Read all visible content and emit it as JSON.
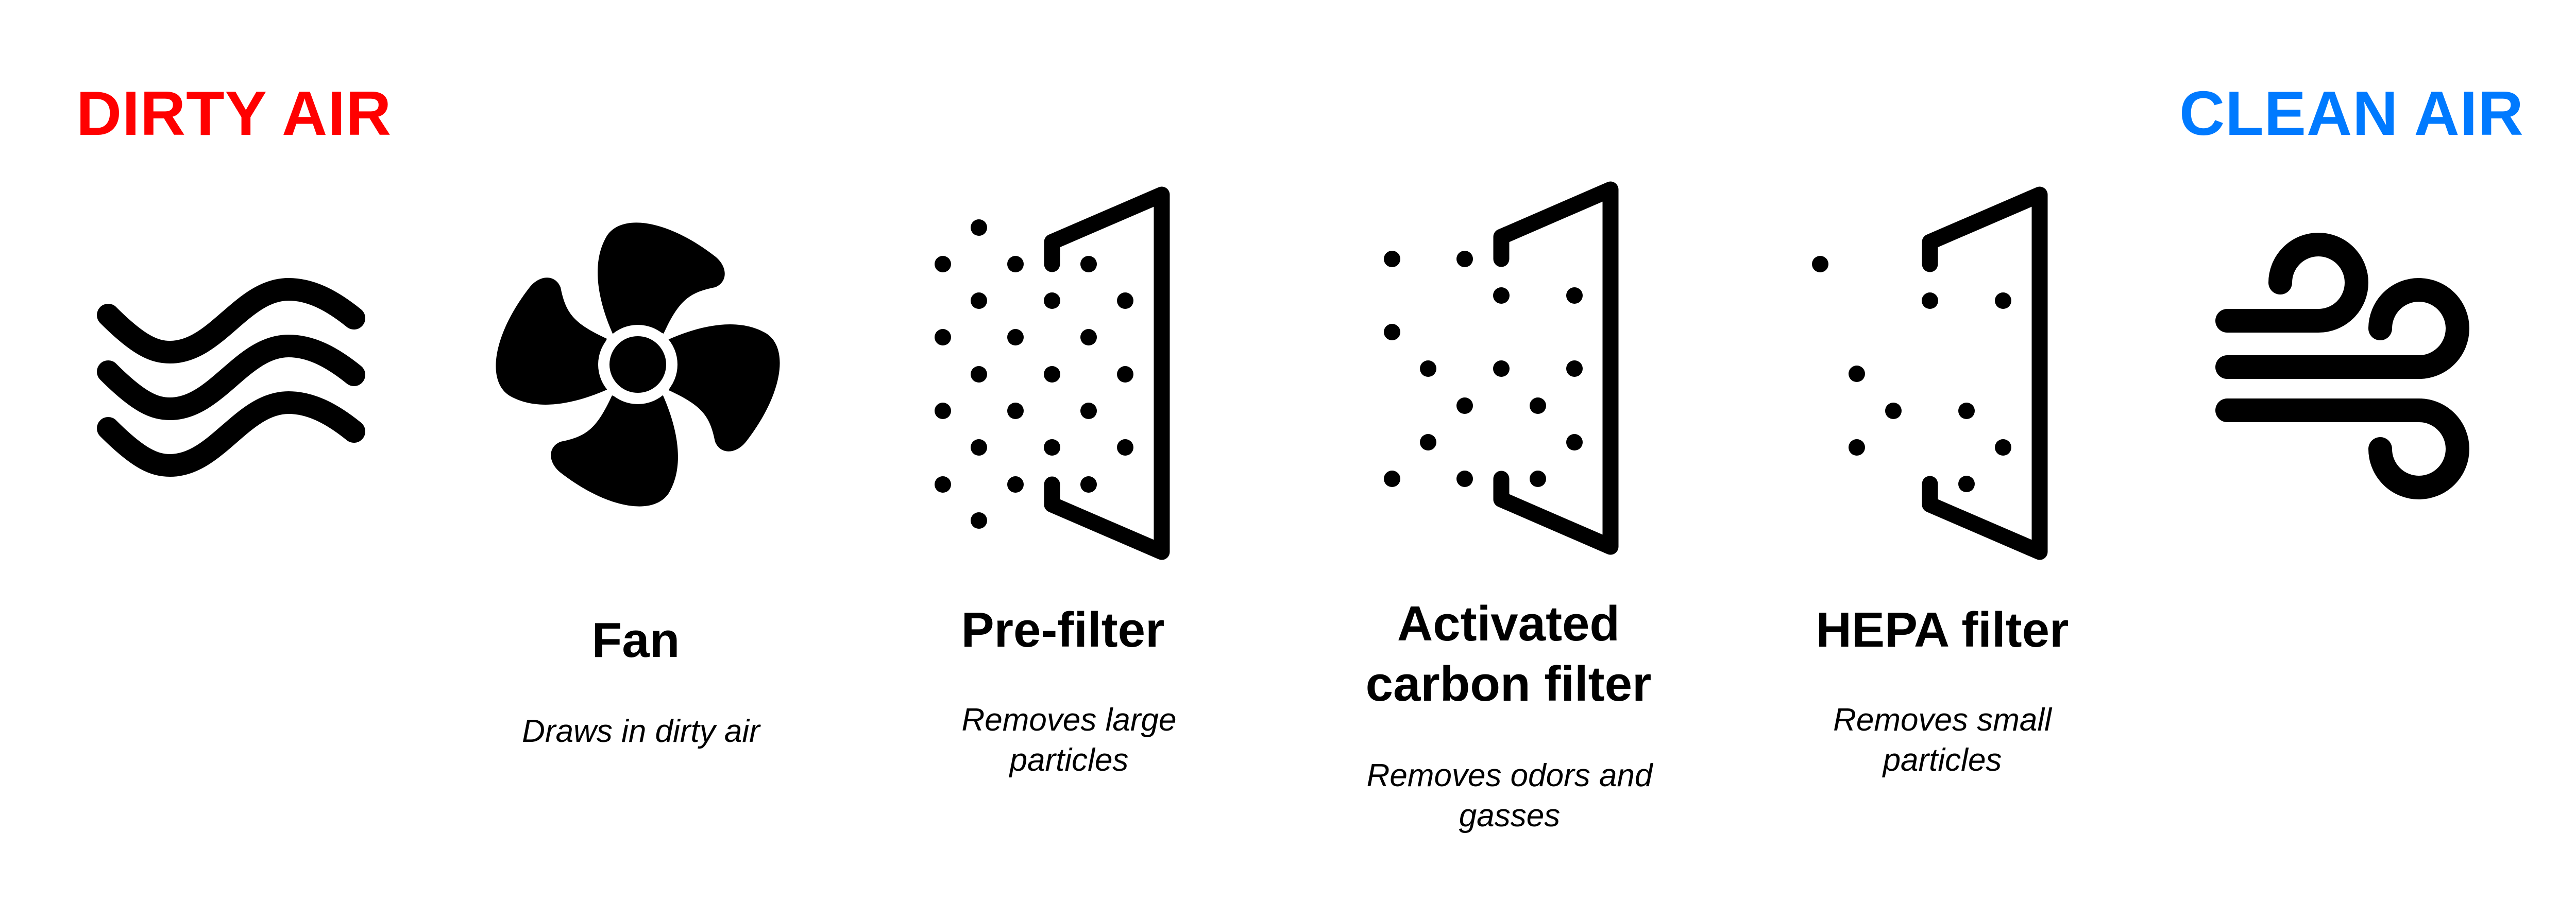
{
  "labels": {
    "dirty_air": "DIRTY AIR",
    "clean_air": "CLEAN AIR"
  },
  "colors": {
    "dirty_air": "#FF0000",
    "clean_air": "#007AFF",
    "icon": "#000000",
    "background": "#FFFFFF"
  },
  "icons": {
    "input": "wavy-air-icon",
    "output": "wind-icon"
  },
  "stages": [
    {
      "id": "fan",
      "icon": "fan-icon",
      "title_lines": [
        "Fan"
      ],
      "desc_lines": [
        "Draws in dirty air"
      ]
    },
    {
      "id": "pre-filter",
      "icon": "pre-filter-icon",
      "title_lines": [
        "Pre-filter"
      ],
      "desc_lines": [
        "Removes large",
        "particles"
      ]
    },
    {
      "id": "carbon-filter",
      "icon": "carbon-filter-icon",
      "title_lines": [
        "Activated",
        "carbon filter"
      ],
      "desc_lines": [
        "Removes odors and",
        "gasses"
      ]
    },
    {
      "id": "hepa-filter",
      "icon": "hepa-filter-icon",
      "title_lines": [
        "HEPA filter"
      ],
      "desc_lines": [
        "Removes small",
        "particles"
      ]
    }
  ]
}
